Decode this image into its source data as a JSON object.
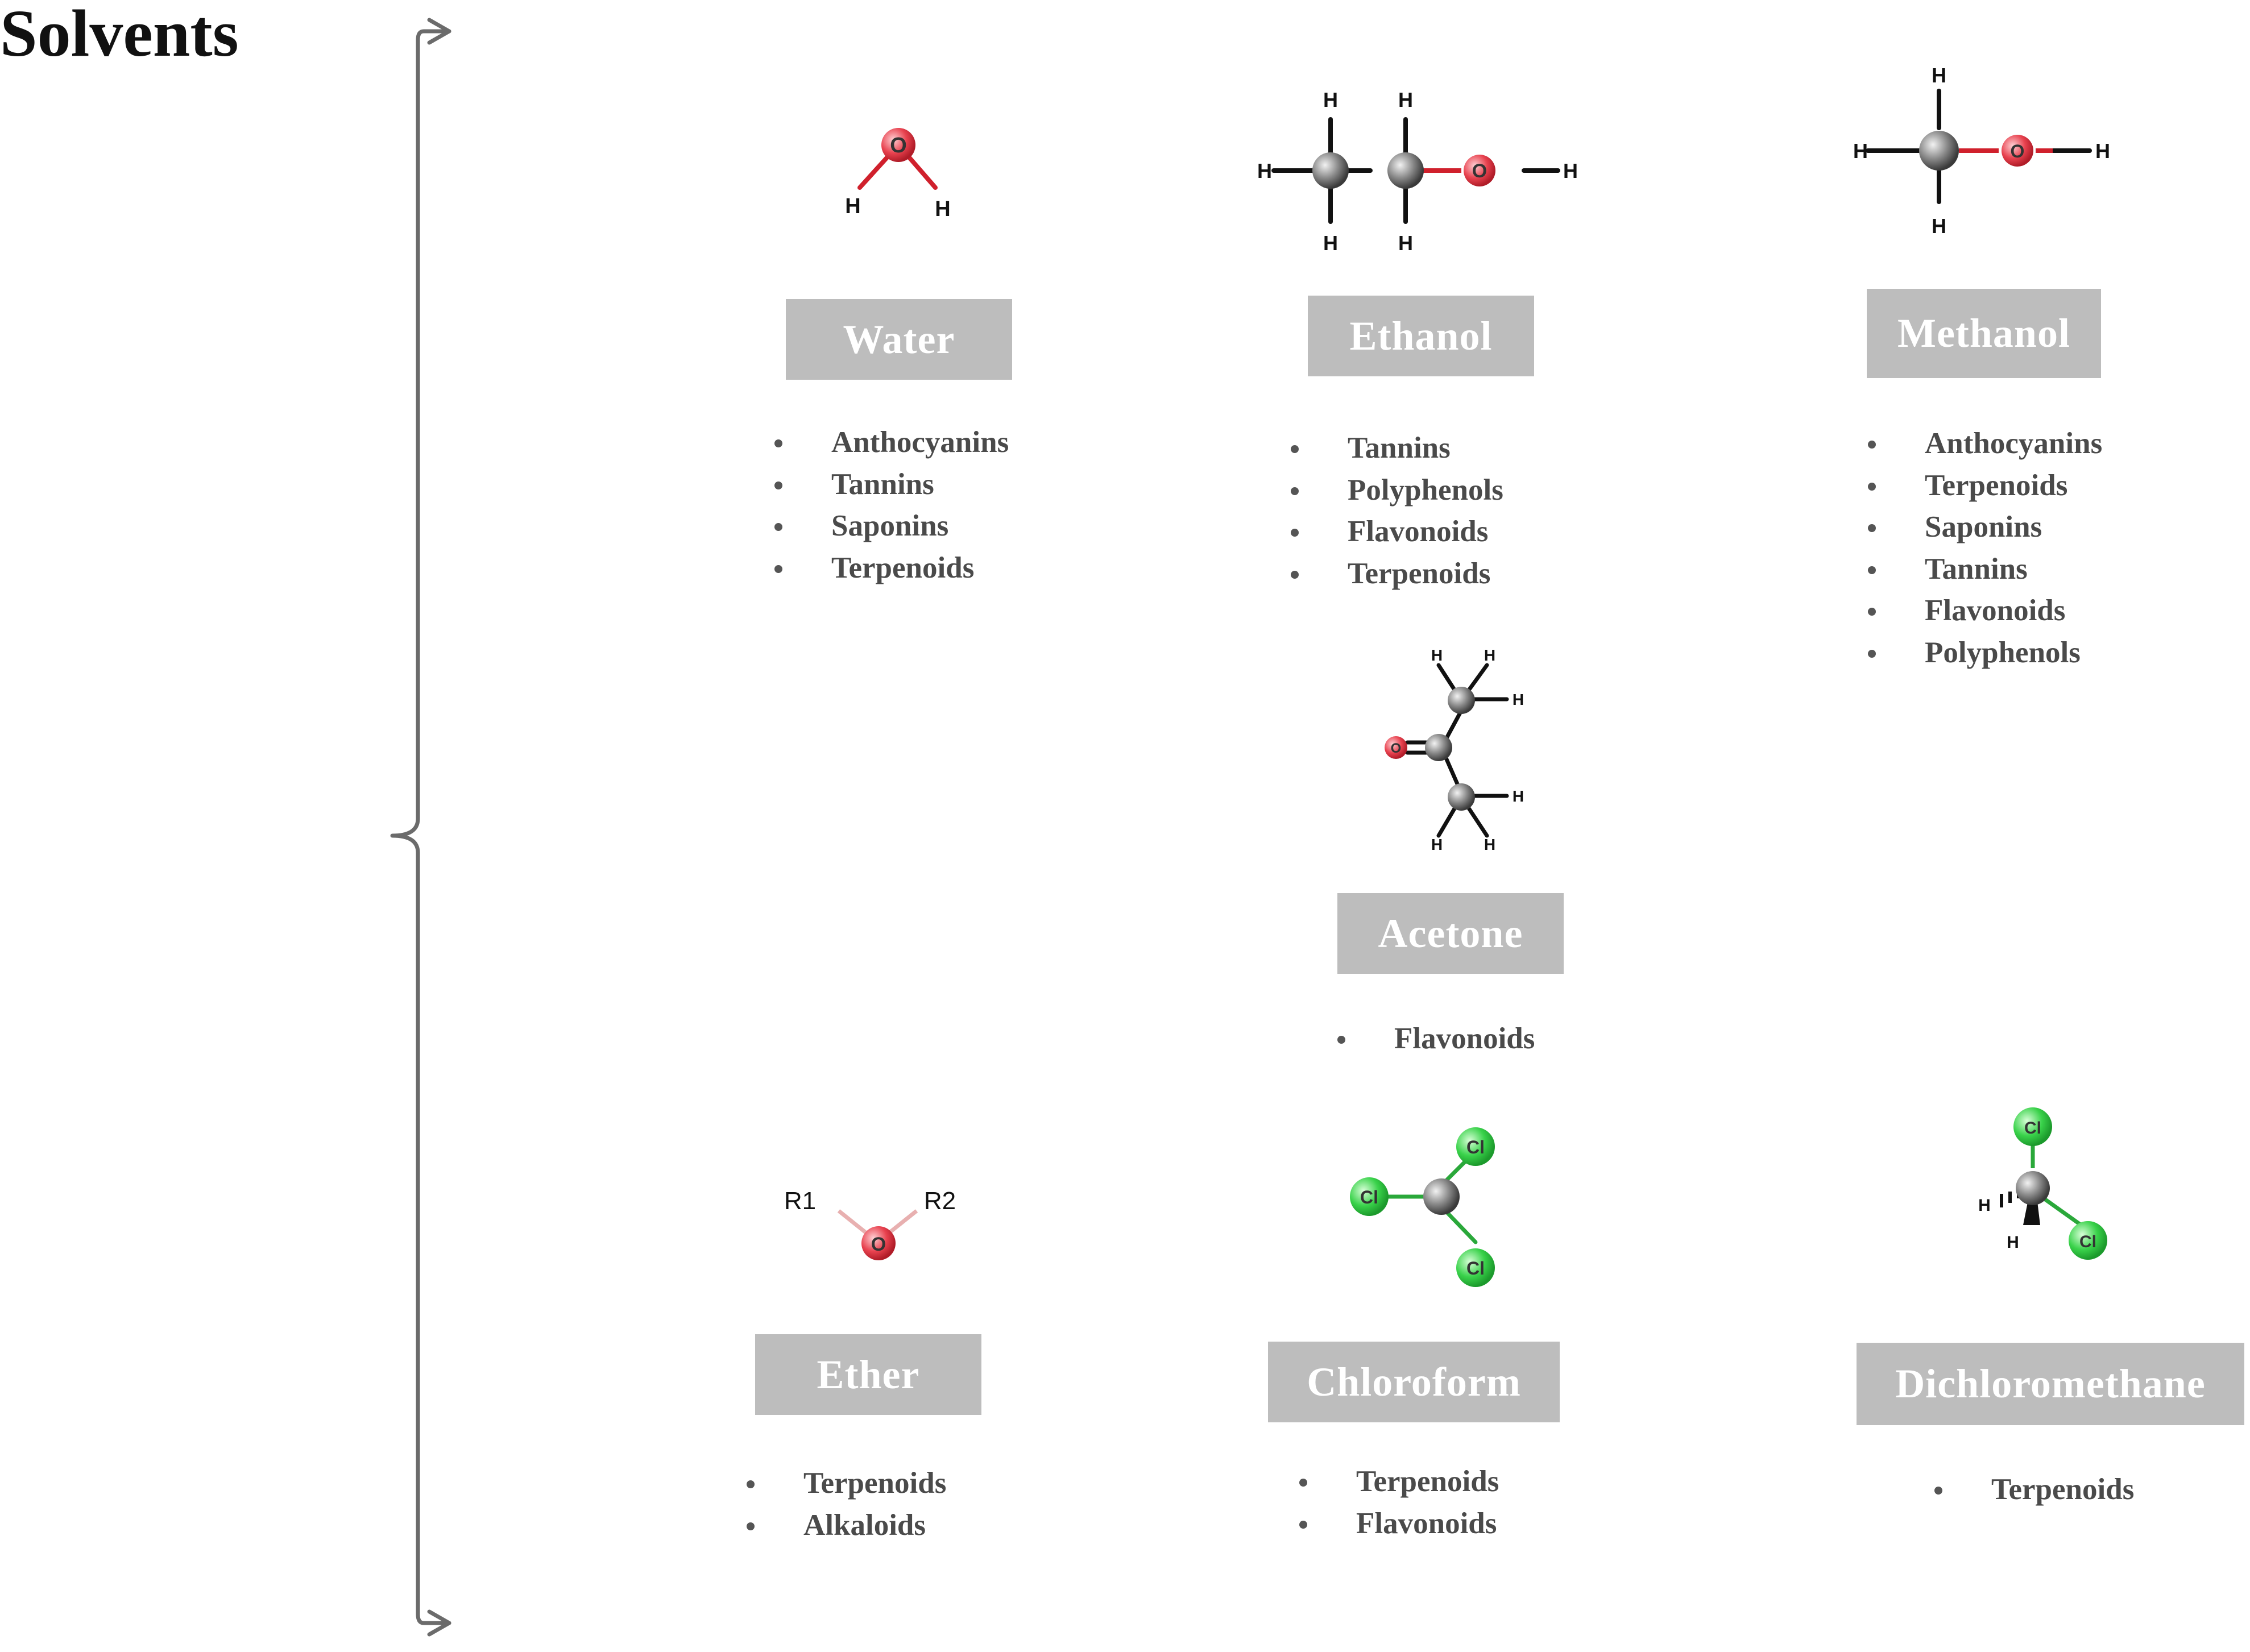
{
  "title": "Solvents",
  "colors": {
    "brace": "#6b6b6b",
    "label_bg": "#bdbdbd",
    "label_text": "#ffffff",
    "list_text": "#4a4a4a",
    "oxygen": "#e8424f",
    "carbon": "#7a7a7a",
    "chlorine": "#39d24a",
    "hydrogen": "#111111"
  },
  "solvents": [
    {
      "name": "Water",
      "molecule_icon": "water-molecule-icon",
      "phytochemicals": [
        "Anthocyanins",
        "Tannins",
        "Saponins",
        "Terpenoids"
      ]
    },
    {
      "name": "Ethanol",
      "molecule_icon": "ethanol-molecule-icon",
      "phytochemicals": [
        "Tannins",
        "Polyphenols",
        "Flavonoids",
        "Terpenoids"
      ]
    },
    {
      "name": "Methanol",
      "molecule_icon": "methanol-molecule-icon",
      "phytochemicals": [
        "Anthocyanins",
        "Terpenoids",
        "Saponins",
        "Tannins",
        "Flavonoids",
        "Polyphenols"
      ]
    },
    {
      "name": "Acetone",
      "molecule_icon": "acetone-molecule-icon",
      "phytochemicals": [
        "Flavonoids"
      ]
    },
    {
      "name": "Ether",
      "molecule_icon": "ether-molecule-icon",
      "phytochemicals": [
        "Terpenoids",
        "Alkaloids"
      ]
    },
    {
      "name": "Chloroform",
      "molecule_icon": "chloroform-molecule-icon",
      "phytochemicals": [
        "Terpenoids",
        "Flavonoids"
      ]
    },
    {
      "name": "Dichloromethane",
      "molecule_icon": "dichloromethane-molecule-icon",
      "phytochemicals": [
        "Terpenoids"
      ]
    }
  ],
  "atom_labels": {
    "hydrogen": "H",
    "oxygen": "O",
    "chlorine": "Cl",
    "r1": "R1",
    "r2": "R2"
  }
}
